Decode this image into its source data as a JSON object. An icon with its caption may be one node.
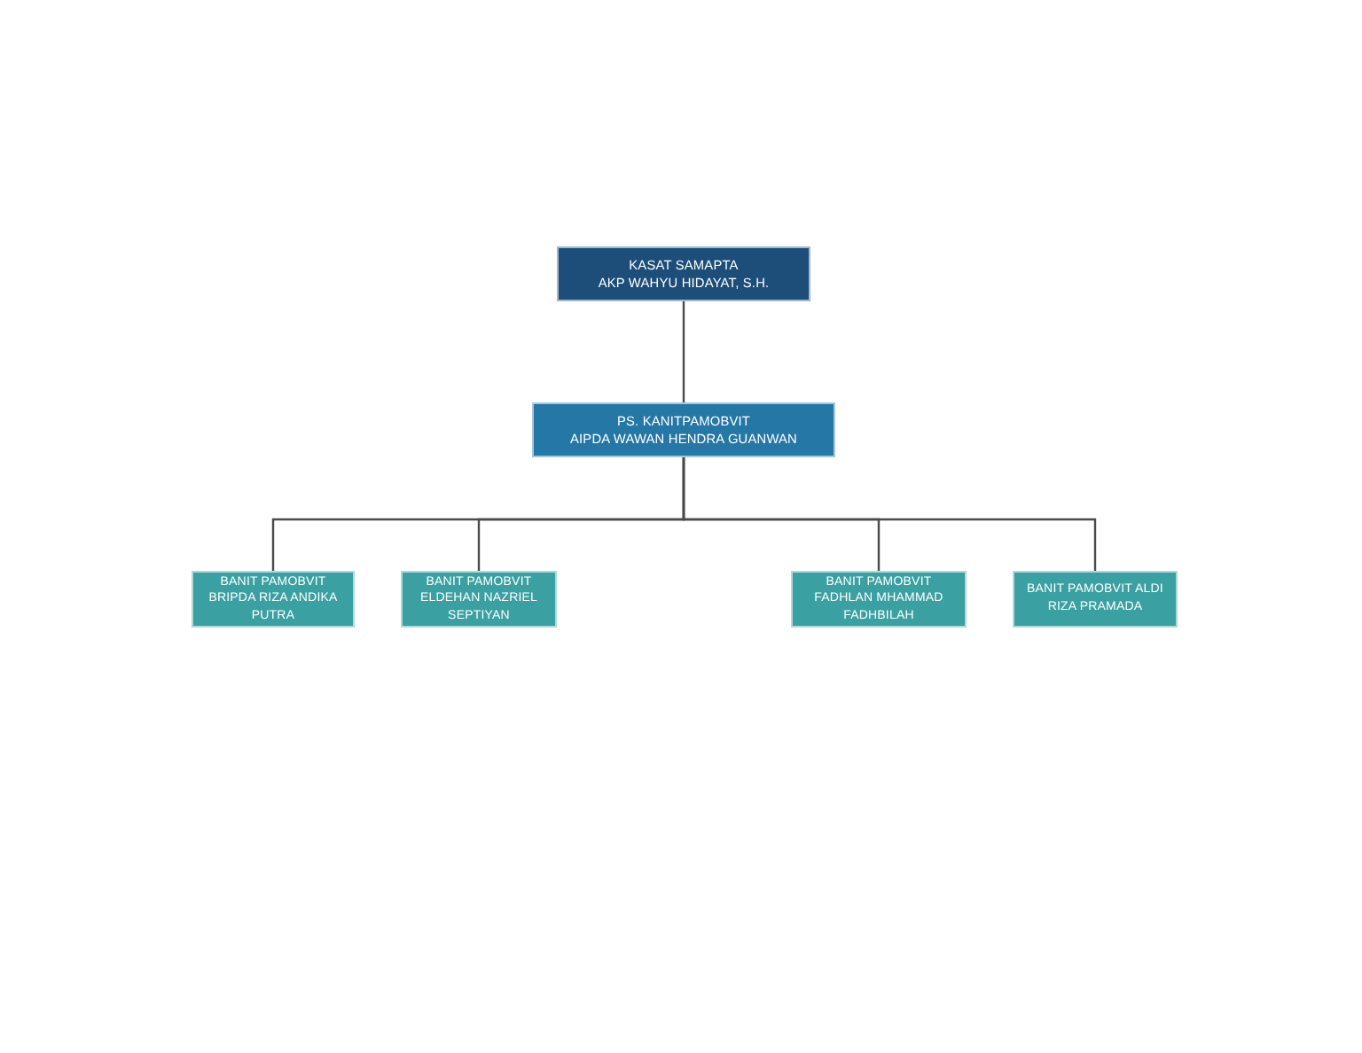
{
  "diagram": {
    "nodes": [
      {
        "text": [
          "KASAT SAMAPTA",
          "AKP WAHYU HIDAYAT, S.H."
        ]
      },
      {
        "text": [
          "PS. KANITPAMOBVIT",
          "AIPDA WAWAN HENDRA GUANWAN"
        ]
      },
      {
        "text": [
          "BANIT PAMOBVIT BRIPDA RIZA ANDIKA PUTRA"
        ]
      },
      {
        "text": [
          "BANIT PAMOBVIT ELDEHAN NAZRIEL SEPTIYAN"
        ]
      },
      {
        "text": [
          "BANIT PAMOBVIT FADHLAN MHAMMAD FADHBILAH"
        ]
      },
      {
        "text": [
          "BANIT PAMOBVIT ALDI RIZA PRAMADA"
        ]
      }
    ],
    "edges": [
      {
        "from": 0,
        "to": 1,
        "arrow": "none"
      },
      {
        "from": 1,
        "to": 2,
        "arrow": "none"
      },
      {
        "from": 1,
        "to": 3,
        "arrow": "none"
      },
      {
        "from": 1,
        "to": 4,
        "arrow": "none"
      },
      {
        "from": 1,
        "to": 5,
        "arrow": "none"
      }
    ]
  }
}
